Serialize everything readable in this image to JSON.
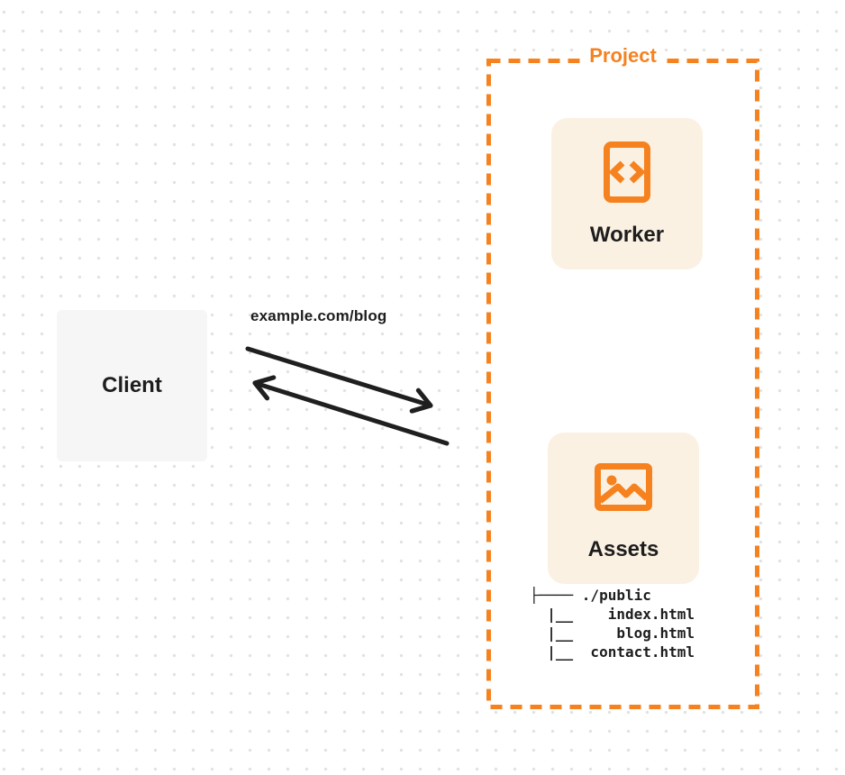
{
  "colors": {
    "accent_orange": "#f6821f",
    "card_background": "#fbf1e3",
    "client_background": "#f6f6f6",
    "ink": "#1d1d1d",
    "dot_grid": "#e2e2e2"
  },
  "client": {
    "label": "Client"
  },
  "request": {
    "label": "example.com/blog"
  },
  "project": {
    "label": "Project",
    "worker": {
      "label": "Worker",
      "icon": "code-document-icon"
    },
    "assets": {
      "label": "Assets",
      "icon": "image-icon",
      "file_tree": "├──── ./public\n  |__    index.html\n  |__     blog.html\n  |__  contact.html"
    }
  }
}
